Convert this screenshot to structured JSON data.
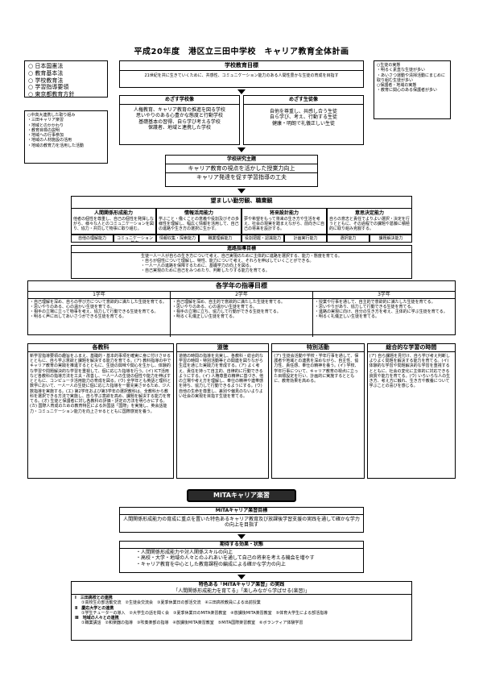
{
  "title": "平成20年度　港区立三田中学校　キャリア教育全体計画",
  "laws": [
    "日本国憲法",
    "教育基本法",
    "学校教育法",
    "学習指導要領",
    "東京都教育方針"
  ],
  "local": {
    "heading": "中高大連携した取り組み",
    "items": [
      "・三田キャリア楽習",
      "・地域とのかかわり",
      "・教育目標の説明",
      "・地域への行事参加",
      "・地域の人材施設の活用",
      "・地域の教育力を活用した活動"
    ]
  },
  "student": {
    "heading": "生徒の実態",
    "items": [
      "・明るく素直な生徒が多い",
      "・あいさつ運動や清掃活動にまじめに取り組む生徒が多い"
    ],
    "heading2": "保護者・地域の実態",
    "items2": [
      "・教育に関心のある保護者が多い"
    ]
  },
  "school_goal": {
    "heading": "学校教育目標",
    "text": "21世紀を共に生きていくために、共感性、コミュニケーション能力のある人間性豊かな生徒の育成を目指す"
  },
  "school_image": {
    "heading": "めざす学校像",
    "lines": [
      "人権教育、キャリア教育の推進を図る学校",
      "思いやりのある心豊かな態度と行動学校",
      "基礎基本の習得、自ら学び考える学校",
      "保護者、地域と連携した学校"
    ]
  },
  "student_image": {
    "heading": "めざす生徒像",
    "lines": [
      "自他を尊重し、共感し合う生徒",
      "自ら学び、考え、行動する生徒",
      "健康・明朗で礼儀正しい生徒"
    ]
  },
  "research": {
    "heading": "学校研究主題",
    "line1": "キャリア教育の視点を活かした授業力向上",
    "line2": "キャリア発達を促す学習指導の工夫"
  },
  "career_view": {
    "heading": "望ましい勤労観、職業観",
    "abilities": [
      {
        "name": "人間関係形成能力",
        "desc": "他者の個性を尊重し、自己の個性を発揮しながら、様々な人とのコミュニケーションを図り、協力・共同して物事に取り組む。",
        "sub": [
          "自他の理解能力",
          "コミュニケーション能力"
        ]
      },
      {
        "name": "情報活用能力",
        "desc": "学ぶこと・働くことの意義や役割及びその多様性を理解し、幅広く情報を活用して、自己の進路や生き方の選択に生かす。",
        "sub": [
          "情報収集・探索能力",
          "職業理解能力"
        ]
      },
      {
        "name": "将来設計能力",
        "desc": "夢や希望をもって将来の生き方や生活を考え、社会の現実を踏まえながら、前向きに自己の将来を設計する。",
        "sub": [
          "役割把握・認識能力",
          "計画実行能力"
        ]
      },
      {
        "name": "意思決定能力",
        "desc": "自らの意志と責任でよりよい選択・決定を行うとともに、その過程での課題や葛藤に積極的に取り組み克服する。",
        "sub": [
          "選択能力",
          "課題解決能力"
        ]
      }
    ]
  },
  "guidance": {
    "heading": "進路指導目標",
    "lines": [
      "生徒一人一人が自らの生き方について考え、自己実現のために主体的に進路を選択する、能力・態度を育てる。",
      "・自らが個性について理解し、特性、能力について考え、それらを伸ばしていくことができる。",
      "・一人一人の進路を保障するために、基礎学力の向上を図る。",
      "・自己実現のために自己をみつめたり、判断したりする能力を育てる。"
    ]
  },
  "grades": {
    "heading": "各学年の指導目標",
    "cols": [
      {
        "name": "1学年",
        "lines": [
          "・自己理解を深め、自らの学び方について意欲的に満たした生徒を育てる。",
          "・思いやりのある、心の温かい生徒を育てる。",
          "・相手の立場に立って物事を考え、協力して行動できる生徒を育てる。",
          "・明るく声に出してあいさつができる生徒を育てる。"
        ]
      },
      {
        "name": "2学年",
        "lines": [
          "・自己理解を深め、自主的で意欲的に満たした生徒を育てる。",
          "・思いやりのある、心の温かい生徒を育てる。",
          "・相手の立場に立ち、協力して行動ができる生徒を育てる。",
          "・明るく礼儀正しい生徒を育てる。"
        ]
      },
      {
        "name": "3学年",
        "lines": [
          "・授業や行事を通して、自主的で意欲的に満たした生徒を育てる。",
          "・思いやりがあり、協力して行動できる生徒を育てる。",
          "・進路の実現に向け、自分の生き方を考え、主体的に学ぶ生徒を育てる。",
          "・明るく礼儀正しい生徒を育てる。"
        ]
      }
    ]
  },
  "areas": [
    {
      "name": "各教科",
      "text": "新学習指導要領の趣旨をふまえ、基礎的・基本的事項を確実に身に付けさせるとともに、自ら学ぶ意欲と課題を解決する能力を育てる。(ア) 教科指導の中でキャリア教育の実践を推進するとともに、生徒の興味や関心を生かし、体験的な学習や問題解決的な学習を重視して、個に応じた指導を行う。(イ) ICT活用など各教科の指導方法を工夫・改善し、一人一人の生徒の個性や能力を伸ばすとともに、コンピュータ活用能力の育成を図る。(ウ) 全学年とも英語と理科と数学において、一人一人の生徒に個に応じた指導を一層充実させるため、少人数指導を実施する。(エ) 第2学年および第3学年の選択教科は、全教科から教科を選択できる方法で実施し、自ら学ぶ意欲を高め、課題を解決する能力を育てる。(オ) 生徒と保護者に対し各教科の評価・評定の方法を明らかにする。(カ) 国際人育成のための教育特区による外国語「国際」を実施し、英会話能力・コミュニケーション能力を向上させるとともに国際感覚を養う。"
    },
    {
      "name": "道徳",
      "text": "道徳の時間の指導を充実し、各教科・総合的な学習の時間・特別活動等との関連を図りながら生涯を通じた実践力を育成する。(ア) よく考え、責任を持って自主的、自律的に行動できるようにする。(イ) 人権尊重の精神に基づき、他の立場や考え方を理解し、奉仕の精神や連帯感を持ち、協力して行動できるようにする。(ウ) 自他の生命を尊重し、差別や偏見のないよりよい社会の実現を目指す生徒を育てる。"
    },
    {
      "name": "特別活動",
      "text": "(ア) 生徒会活動や学校・学年行事を通して、保護者や地域との連携を深めながら、自主性、協力性、責任感、奉仕の精神を養う。(イ) 学校、学年行事について、キャリア教育の視点に立った目標設定を行い、計画的に実施するとともに、教育効果を高める。"
    },
    {
      "name": "総合的な学習の時間",
      "text": "(ア) 自ら課題を見付け、自ら学び考え判断しよりよく問題を解決する能力を育てる。(イ) 体験的な学習や問題解決的な学習を重視するとともに、社会の変化に主体的に対応できる資質や能力を育てる。(ウ) いろいろな人の生き方、考え方に触れ、生き方や教養について学ぶことの喜びを感じる。"
    }
  ],
  "mita": {
    "banner": "MITAキャリア楽習",
    "goal_heading": "MITAキャリア楽習目標",
    "goal_text": "人間関係形成能力の育成に重点を置いた特色あるキャリア教育及び放課後学習支援の実践を通して確かな学力の向上を目指す",
    "effect_heading": "期待する効果・状態",
    "effects": [
      "・人間関係形成能力や対人関係スキルの向上",
      "・高校・大学・地域の人々とのふれあいを通して自己の将来を考える機会を増やす",
      "・キャリア教育を中心とした教育課程の編成による確かな学力の向上"
    ],
    "practice_heading": "特色ある「MITAキャリア楽習」の実践",
    "practice_sub": "「人間関係形成能力を育てる」「楽しみながら学ばせる(楽習)」",
    "sections": [
      {
        "title": "Ⅰ　三田高校との連携",
        "items": "①高校生の部活動交流　②生徒会交流会　③夏季休業日の部活交流　④三田高校教員による出前授業"
      },
      {
        "title": "Ⅱ　慶応大学との連携",
        "items": "①学生チューターの導入　②大学生の話を聞く会　③夏季休業日のMITA楽習教室　④放課後MITA楽習教室　⑤体育大学生による部活指導"
      },
      {
        "title": "Ⅲ　地域の人々との連携",
        "items": "①職業講話　②和楽器の指導　③吹奏楽部の指導　④放課後MITA楽習教室　⑤MITA国際楽習教室　⑥ボランティア体験学習"
      }
    ]
  }
}
